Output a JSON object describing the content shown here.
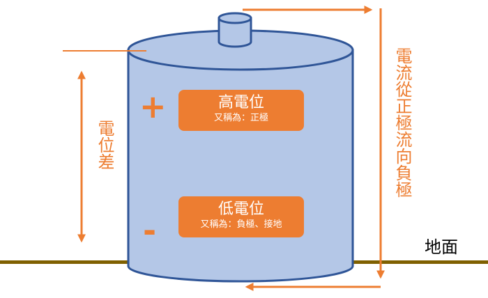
{
  "diagram": {
    "high_potential": {
      "title": "高電位",
      "subtitle": "又稱為：正極"
    },
    "low_potential": {
      "title": "低電位",
      "subtitle": "又稱為：負極、接地"
    },
    "plus_sign": "+",
    "minus_sign": "-",
    "potential_difference_label": "電位差",
    "current_flow_label": "電流從正極流向負極",
    "ground_label": "地面"
  },
  "colors": {
    "accent": "#ED7D31",
    "battery_fill": "#B4C7E7",
    "battery_stroke": "#2F5597",
    "ground": "#7F6000"
  }
}
